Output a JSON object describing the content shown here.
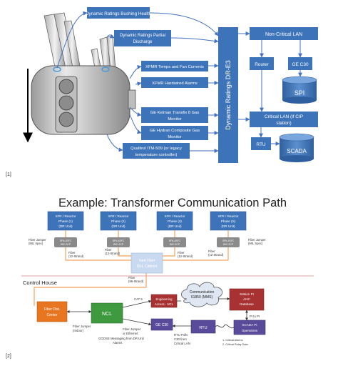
{
  "figure1": {
    "boxes": {
      "bushing": "Dynamic Ratings Bushing Health",
      "partial_discharge_1": "Dynamic Ratings Partial",
      "partial_discharge_2": "Discharge",
      "xfmr_temps": "XFMR Temps and Fan Currents",
      "xfmr_alarms": "XFMR Hardwired Alarms",
      "kelman_1": "GE Kelman Transfix 8 Gas",
      "kelman_2": "Monitor",
      "hydran_1": "GE Hydran Composite Gas",
      "hydran_2": "Monitor",
      "qualitrol_1": "Qualitrol ITM-509 (or legacy",
      "qualitrol_2": "temperature controller)",
      "dr_e3": "Dynamic Ratings DR-E3",
      "non_critical_lan": "Non-Critical LAN",
      "router": "Router",
      "ge_c30": "GE C30",
      "spi": "SPI",
      "critical_lan_1": "Critical LAN (if CIP",
      "critical_lan_2": "station)",
      "rtu": "RTU",
      "scada": "SCADA"
    },
    "ref": "[1]"
  },
  "figure2": {
    "title": "Example: Transformer Communication Path",
    "phases": [
      {
        "l1": "XFR / Reactor",
        "l2": "Phase (1)",
        "l3": "(DR Unit)",
        "wic1": "SFN-4SFC",
        "wic2": "WIC-2CP"
      },
      {
        "l1": "XFR / Reactor",
        "l2": "Phase (2)",
        "l3": "(DR Unit)",
        "wic1": "SFN-4SFC",
        "wic2": "WIC-2CP"
      },
      {
        "l1": "XFR / Reactor",
        "l2": "Phase (3)",
        "l3": "(DR Unit)",
        "wic1": "SFN-4SFC",
        "wic2": "WIC-2CP"
      },
      {
        "l1": "XFR / Reactor",
        "l2": "Phase (S)",
        "l3": "(DR Unit)",
        "wic1": "SFN-4SFC",
        "wic2": "WIC-2CP"
      }
    ],
    "labels": {
      "fiber_jumper_left_1": "Fiber Jumper",
      "fiber_jumper_left_2": "(MIL Spec)",
      "fiber_jumper_right_1": "Fiber Jumper",
      "fiber_jumper_right_2": "(MIL Spec)",
      "fiber_12_a1": "Fiber",
      "fiber_12_a2": "(12-Strand)",
      "fiber_12_b1": "Fiber",
      "fiber_12_b2": "(12-Strand)",
      "fiber_12_c1": "Fiber",
      "fiber_12_c2": "(12-Strand)",
      "fiber_12_d1": "Fiber",
      "fiber_12_d2": "(12-Strand)",
      "yard_fiber_1": "Yard Fiber",
      "yard_fiber_2": "Dist. Cabinet",
      "fiber_96_1": "Fiber",
      "fiber_96_2": "(96-Strand)",
      "control_house": "Control House",
      "fiber_dist_1": "Fiber Dist.",
      "fiber_dist_2": "Center",
      "ncl": "NCL",
      "cat5": "CAT 5",
      "eng_access_1": "Engineering",
      "eng_access_2": "Access - NCL",
      "cloud_1": "Communication",
      "cloud_2": "61850 (MMS)",
      "station_pi_1": "Station PI",
      "station_pi_2": "AHC",
      "station_pi_3": "Database",
      "pi_to_pi": "PI to PI",
      "ge_c30": "GE C30",
      "rtu": "RTU",
      "scada_pi_1": "SCADA PI",
      "scada_pi_2": "Operations",
      "fj_indoor_1": "Fiber Jumper",
      "fj_indoor_2": "(Indoor)",
      "fj_eth_1": "Fiber Jumper",
      "fj_eth_2": "or Ethernet",
      "rtu_polls_1": "RTU Polls",
      "rtu_polls_2": "C30 from",
      "rtu_polls_3": "Critical LAN",
      "goose_1": "GOOSE Messaging from DR Unit",
      "goose_2": "Alarms",
      "note_1": "1.   Critical Alarms",
      "note_2": "2.   Critical Relay Data"
    },
    "ref": "[2]"
  }
}
